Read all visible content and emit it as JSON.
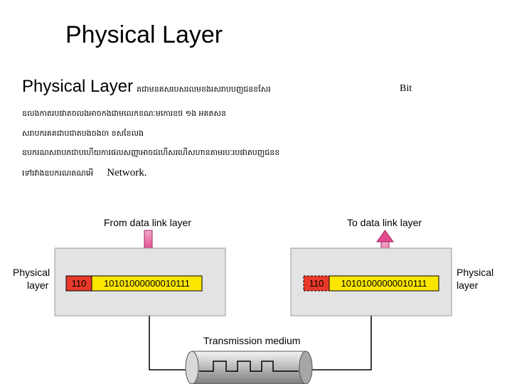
{
  "slide": {
    "title": "Physical Layer",
    "heading": "Physical Layer",
    "line1_khmer": "គជាមនគសរបសរលមខងរសរាបបញជនខសែរ",
    "line1_term": "Bit",
    "line2_khmer": "ឧលងកាតរបផាតចលងអាចកងជាមលេកខណៈមកោរខថ ១ង អគតសន",
    "line3_khmer": "សរាបករគគជាបជាតបងចងចា ខសខែលង",
    "line4_khmer": "ឧបករណសរាបភជាបហើយការផលសញ្ញាអាចជហើសរហើសហានតាមរបៈរបផាតបញជនខ",
    "line5_khmer": "ទៅរវាងឧបករណតណអើ",
    "line5_term": "Network."
  },
  "diagram": {
    "from_label": "From data link layer",
    "to_label": "To data link layer",
    "left_layer_line1": "Physical",
    "left_layer_line2": "layer",
    "right_layer_line1": "Physical",
    "right_layer_line2": "layer",
    "header_bits": "110",
    "data_bits": "10101000000010111",
    "medium_label": "Transmission medium",
    "colors": {
      "panel": "#e3e3e3",
      "header": "#e8392a",
      "data": "#fbe600",
      "arrow": "#e14a8c",
      "pipe": "#b8b8b8"
    }
  }
}
